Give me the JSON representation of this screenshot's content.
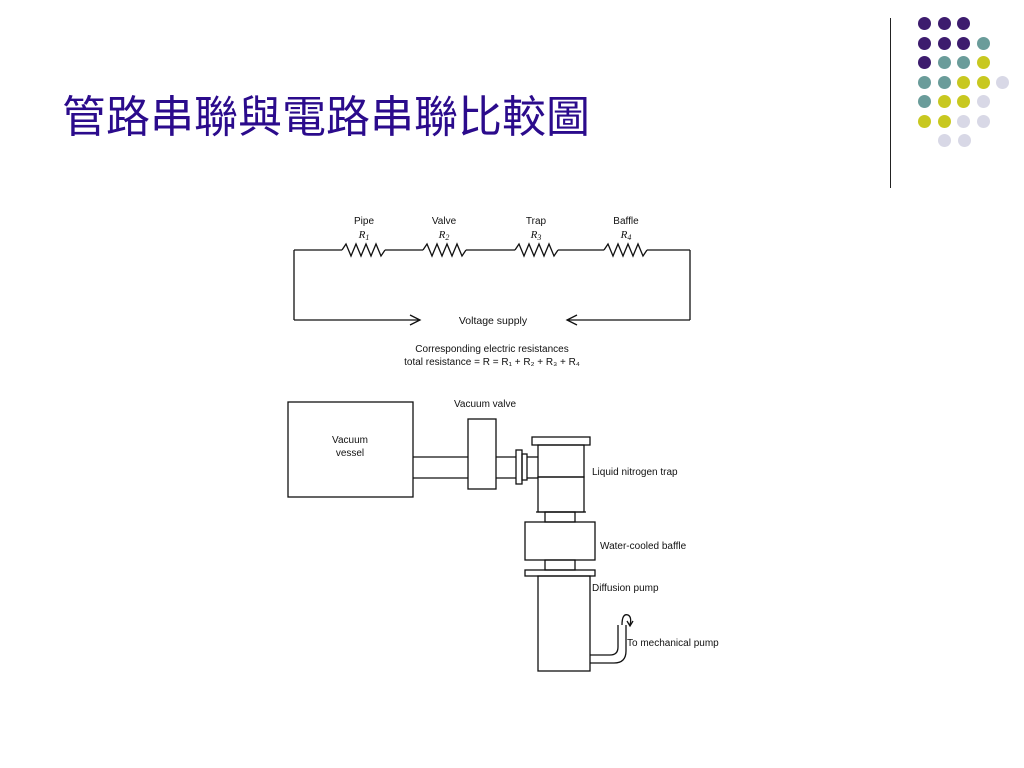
{
  "slide": {
    "title": "管路串聯與電路串聯比較圖"
  },
  "decoration": {
    "dot_rows": [
      [
        "#3d1c6e",
        "#3d1c6e",
        "#3d1c6e"
      ],
      [
        "#3d1c6e",
        "#3d1c6e",
        "#3d1c6e",
        "#6a9c9a"
      ],
      [
        "#3d1c6e",
        "#6a9c9a",
        "#6a9c9a",
        "#c8c820"
      ],
      [
        "#6a9c9a",
        "#6a9c9a",
        "#c8c820",
        "#c8c820",
        "#d8d8e6"
      ],
      [
        "#6a9c9a",
        "#c8c820",
        "#c8c820",
        "#d8d8e6"
      ],
      [
        "#c8c820",
        "#c8c820",
        "#d8d8e6",
        "#d8d8e6"
      ],
      [
        "#d8d8e6",
        "#d8d8e6"
      ]
    ]
  },
  "circuit": {
    "resistors": [
      {
        "name": "Pipe",
        "symbol": "R",
        "sub": "1"
      },
      {
        "name": "Valve",
        "symbol": "R",
        "sub": "2"
      },
      {
        "name": "Trap",
        "symbol": "R",
        "sub": "3"
      },
      {
        "name": "Baffle",
        "symbol": "R",
        "sub": "4"
      }
    ],
    "supply_label": "Voltage supply",
    "caption_line1": "Corresponding electric resistances",
    "caption_line2": "total resistance = R = R₁ + R₂ + R₃ + R₄"
  },
  "vacuum_system": {
    "vessel_label_1": "Vacuum",
    "vessel_label_2": "vessel",
    "valve_label": "Vacuum valve",
    "trap_label": "Liquid nitrogen trap",
    "baffle_label": "Water-cooled baffle",
    "pump_label": "Diffusion pump",
    "mech_pump_label": "To mechanical pump"
  }
}
